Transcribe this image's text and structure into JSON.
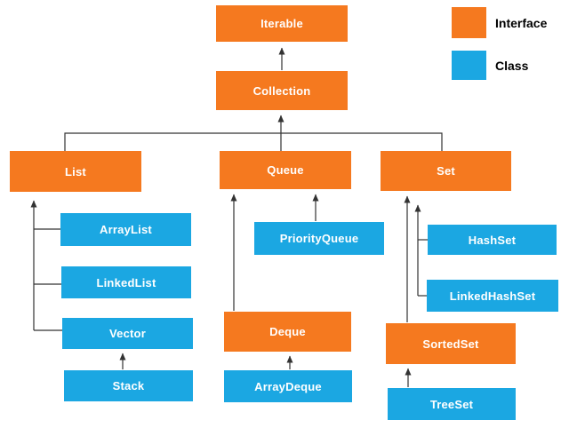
{
  "nodes": {
    "iterable": {
      "label": "Iterable",
      "type": "interface"
    },
    "collection": {
      "label": "Collection",
      "type": "interface"
    },
    "list": {
      "label": "List",
      "type": "interface"
    },
    "queue": {
      "label": "Queue",
      "type": "interface"
    },
    "set": {
      "label": "Set",
      "type": "interface"
    },
    "arraylist": {
      "label": "ArrayList",
      "type": "class"
    },
    "linkedlist": {
      "label": "LinkedList",
      "type": "class"
    },
    "vector": {
      "label": "Vector",
      "type": "class"
    },
    "stack": {
      "label": "Stack",
      "type": "class"
    },
    "priorityqueue": {
      "label": "PriorityQueue",
      "type": "class"
    },
    "deque": {
      "label": "Deque",
      "type": "interface"
    },
    "arraydeque": {
      "label": "ArrayDeque",
      "type": "class"
    },
    "hashset": {
      "label": "HashSet",
      "type": "class"
    },
    "linkedhashset": {
      "label": "LinkedHashSet",
      "type": "class"
    },
    "sortedset": {
      "label": "SortedSet",
      "type": "interface"
    },
    "treeset": {
      "label": "TreeSet",
      "type": "class"
    }
  },
  "legend": {
    "items": [
      {
        "label": "Interface",
        "type": "interface"
      },
      {
        "label": "Class",
        "type": "class"
      }
    ]
  },
  "relations": [
    "Collection extends Iterable",
    "List extends Collection",
    "Queue extends Collection",
    "Set extends Collection",
    "ArrayList implements List",
    "LinkedList implements List",
    "Vector implements List",
    "Stack extends Vector",
    "PriorityQueue implements Queue",
    "Deque extends Queue",
    "ArrayDeque implements Deque",
    "HashSet implements Set",
    "LinkedHashSet implements Set",
    "SortedSet extends Set",
    "TreeSet implements SortedSet"
  ],
  "colors": {
    "interface": "#F5791F",
    "class": "#1BA7E2",
    "connector": "#333333",
    "text_on_node": "#FFFFFF",
    "legend_text": "#000000",
    "background": "#FFFFFF"
  }
}
